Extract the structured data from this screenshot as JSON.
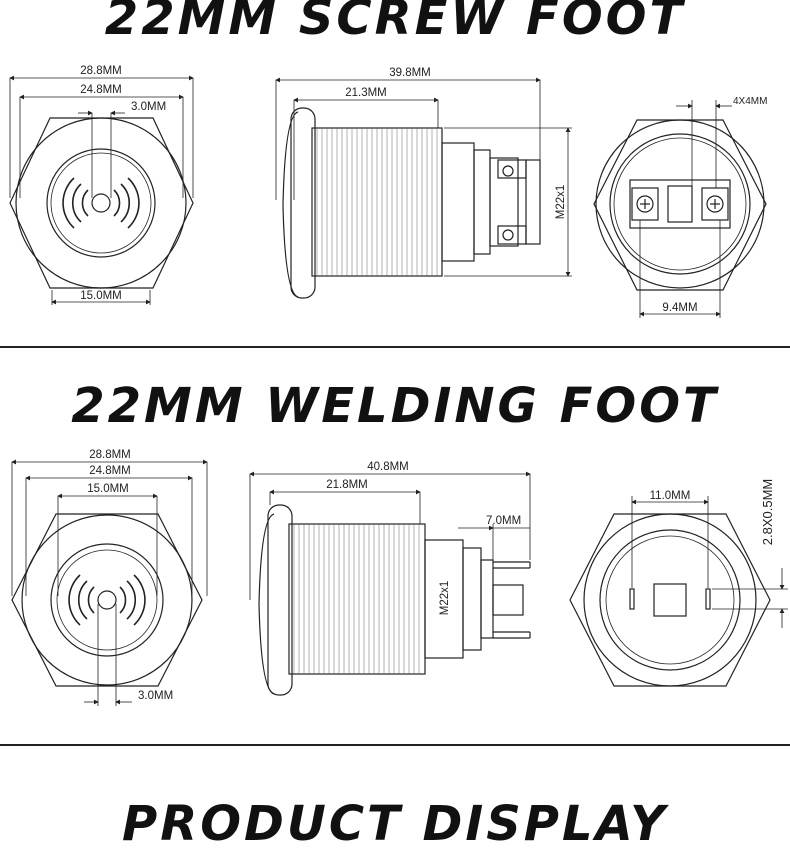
{
  "sections": {
    "screw": {
      "title": "22MM SCREW FOOT",
      "front": {
        "dim_outer": "28.8MM",
        "dim_inner": "24.8MM",
        "dim_small": "3.0MM",
        "dim_bottom": "15.0MM"
      },
      "side": {
        "dim_total": "39.8MM",
        "dim_body": "21.3MM",
        "thread": "M22x1"
      },
      "back": {
        "dim_terminal": "4X4MM",
        "dim_spacing": "9.4MM"
      }
    },
    "welding": {
      "title": "22MM WELDING FOOT",
      "front": {
        "dim_outer": "28.8MM",
        "dim_inner": "24.8MM",
        "dim_ring": "15.0MM",
        "dim_small": "3.0MM"
      },
      "side": {
        "dim_total": "40.8MM",
        "dim_body": "21.8MM",
        "dim_pin": "7.0MM",
        "thread": "M22x1"
      },
      "back": {
        "dim_spacing": "11.0MM",
        "dim_pin": "2.8X0.5MM"
      }
    },
    "display": {
      "title": "PRODUCT DISPLAY"
    }
  }
}
